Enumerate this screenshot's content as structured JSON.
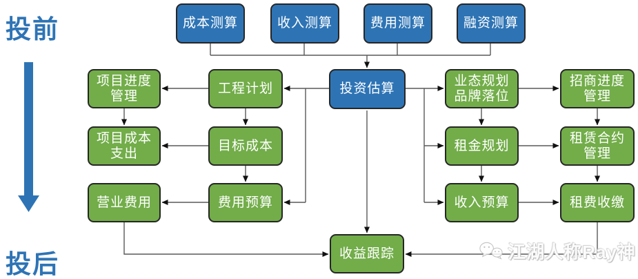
{
  "colors": {
    "blue": "#2E74B5",
    "green": "#72AD49",
    "box_border": "#262626",
    "line": "#595959",
    "arrowhead": "#111111",
    "stage_text": "#2E74B5",
    "watermark_gray": "#c2c2c2"
  },
  "stage_labels": {
    "pre": "投前",
    "post": "投后"
  },
  "nodes": {
    "cost_calc": {
      "label": "成本测算"
    },
    "income_calc": {
      "label": "收入测算"
    },
    "expense_calc": {
      "label": "费用测算"
    },
    "financing_calc": {
      "label": "融资测算"
    },
    "investment_estimate": {
      "label": "投资估算"
    },
    "project_schedule_mgmt": {
      "label": "项目进度\n管理"
    },
    "project_cost_expense": {
      "label": "项目成本\n支出"
    },
    "operating_expense": {
      "label": "营业费用"
    },
    "engineering_plan": {
      "label": "工程计划"
    },
    "target_cost": {
      "label": "目标成本"
    },
    "expense_budget": {
      "label": "费用预算"
    },
    "format_planning_brand": {
      "label": "业态规划\n品牌落位"
    },
    "rent_planning": {
      "label": "租金规划"
    },
    "income_budget": {
      "label": "收入预算"
    },
    "merchant_progress_mgmt": {
      "label": "招商进度\n管理"
    },
    "lease_contract_mgmt": {
      "label": "租赁合约\n管理"
    },
    "rent_collection": {
      "label": "租费收缴"
    },
    "income_tracking": {
      "label": "收益跟踪"
    }
  },
  "watermark": {
    "text": "江湖人称Ray神"
  }
}
